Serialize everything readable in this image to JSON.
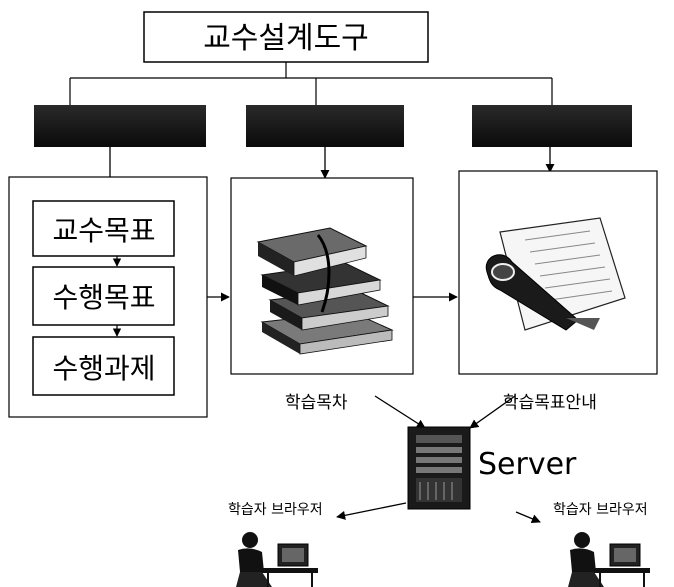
{
  "title": "교수설계도구",
  "panels": {
    "left_items": [
      "교수목표",
      "수행목표",
      "수행과제"
    ]
  },
  "labels": {
    "toc": "학습목차",
    "guide": "학습목표안내",
    "server": "Server",
    "browser_left": "학습자 브라우저",
    "browser_right": "학습자 브라우저"
  },
  "icons": {
    "books": "books-stack-icon",
    "document_pen": "document-pen-icon",
    "server": "server-tower-icon",
    "user": "user-at-computer-icon"
  }
}
